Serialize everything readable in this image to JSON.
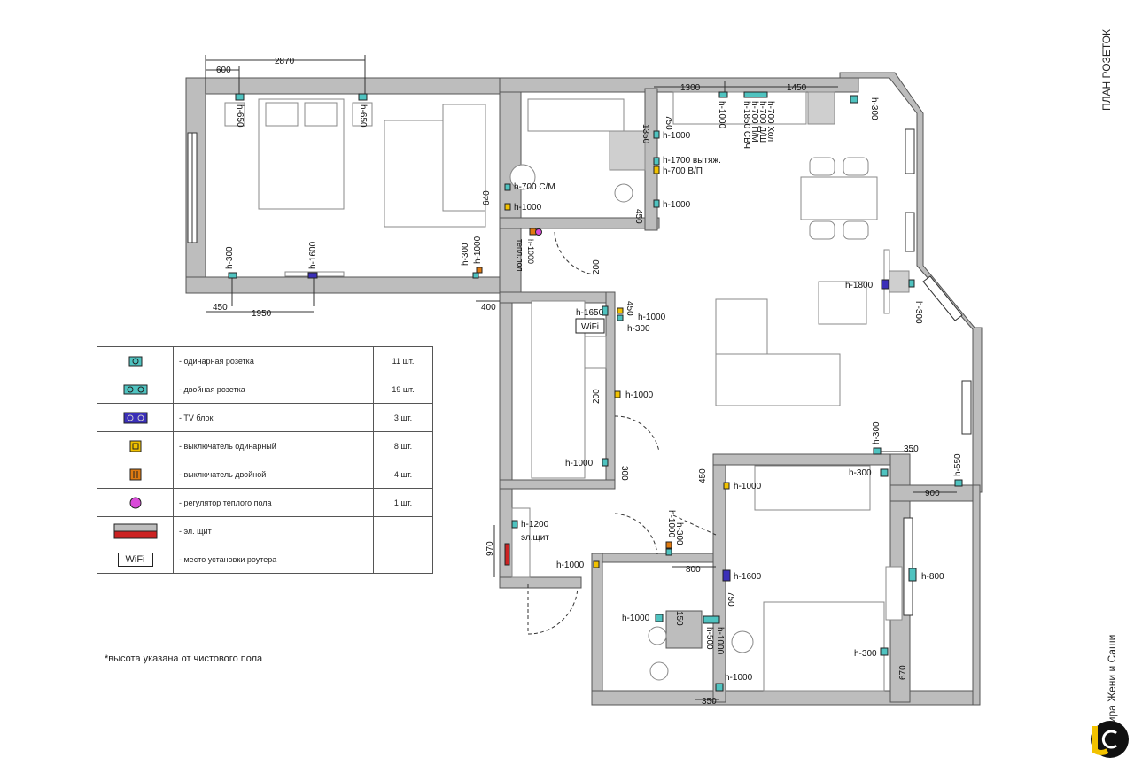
{
  "title": "ПЛАН РОЗЕТОК",
  "author": "Квартира Жени и Саши",
  "note": "*высота указана от чистового пола",
  "colors": {
    "wall": "#bdbdbd",
    "socket": "#4fc3c0",
    "tv": "#3b2fb8",
    "switch_single": "#f2c200",
    "switch_double": "#e07a10",
    "floor_reg": "#d94ad9",
    "panel": "#cc2222"
  },
  "legend": [
    {
      "icon": "single-socket-icon",
      "label": "- одинарная розетка",
      "qty": "11 шт."
    },
    {
      "icon": "double-socket-icon",
      "label": "- двойная розетка",
      "qty": "19 шт."
    },
    {
      "icon": "tv-block-icon",
      "label": "- TV блок",
      "qty": "3 шт."
    },
    {
      "icon": "single-switch-icon",
      "label": "- выключатель одинарный",
      "qty": "8 шт."
    },
    {
      "icon": "double-switch-icon",
      "label": "- выключатель двойной",
      "qty": "4 шт."
    },
    {
      "icon": "floor-heating-regulator-icon",
      "label": "- регулятор теплого пола",
      "qty": "1 шт."
    },
    {
      "icon": "electrical-panel-icon",
      "label": "- эл. щит",
      "qty": ""
    },
    {
      "icon": "wifi-router-icon",
      "label": "- место установки роутера",
      "qty": "",
      "tag": "WiFi"
    }
  ],
  "wifi_label": "WiFi",
  "dims": {
    "d2870": "2870",
    "d600": "600",
    "d450a": "450",
    "d1950": "1950",
    "d400": "400",
    "d640": "640",
    "d1300": "1300",
    "d1450": "1450",
    "d750a": "750",
    "d1350": "1350",
    "d450b": "450",
    "d200a": "200",
    "d450c": "450",
    "d200b": "200",
    "d300a": "300",
    "d970": "970",
    "d350a": "350",
    "d900": "900",
    "d450d": "450",
    "d800": "800",
    "d750b": "750",
    "d150": "150",
    "d350b": "350",
    "d670": "670"
  },
  "points": {
    "h650a": "h-650",
    "h650b": "h-650",
    "h300bed": "h-300",
    "h1600tv": "h-1600",
    "h300hall": "h-300",
    "h1000hall": "h-1000",
    "h700cm": "h-700 С/М",
    "h1000bath": "h-1000",
    "h1000tp": "h-1000",
    "tpTxt": "тепл.пол",
    "h1000k": "h-1000",
    "h1850": "h-1850 СВЧ",
    "h700pm": "h-700 П/М",
    "h700dsh": "h-700 Д/Ш",
    "h700hol": "h-700 Хол.",
    "h300k": "h-300",
    "h1000kit1": "h-1000",
    "h1700": "h-1700 вытяж.",
    "h700vp": "h-700 В/П",
    "h1000kit2": "h-1000",
    "h1800": "h-1800",
    "h300liv": "h-300",
    "h1650": "h-1650",
    "h1000wi": "h-1000",
    "h300wi": "h-300",
    "h1000corr": "h-1000",
    "h1000ent": "h-1000",
    "h1200": "h-1200",
    "elshit": "эл.щит",
    "h1000door": "h-1000",
    "h1000sw": "h-1000",
    "h300sw": "h-300",
    "h1000br": "h-1000",
    "h1600br": "h-1600",
    "h300br1": "h-300",
    "h550": "h-550",
    "h300br2": "h-300",
    "h800": "h-800",
    "h300br3": "h-300",
    "h1000wc": "h-1000",
    "h500wc": "h-500",
    "h1000wc2": "h-1000",
    "h1000wc3": "h-1000"
  }
}
